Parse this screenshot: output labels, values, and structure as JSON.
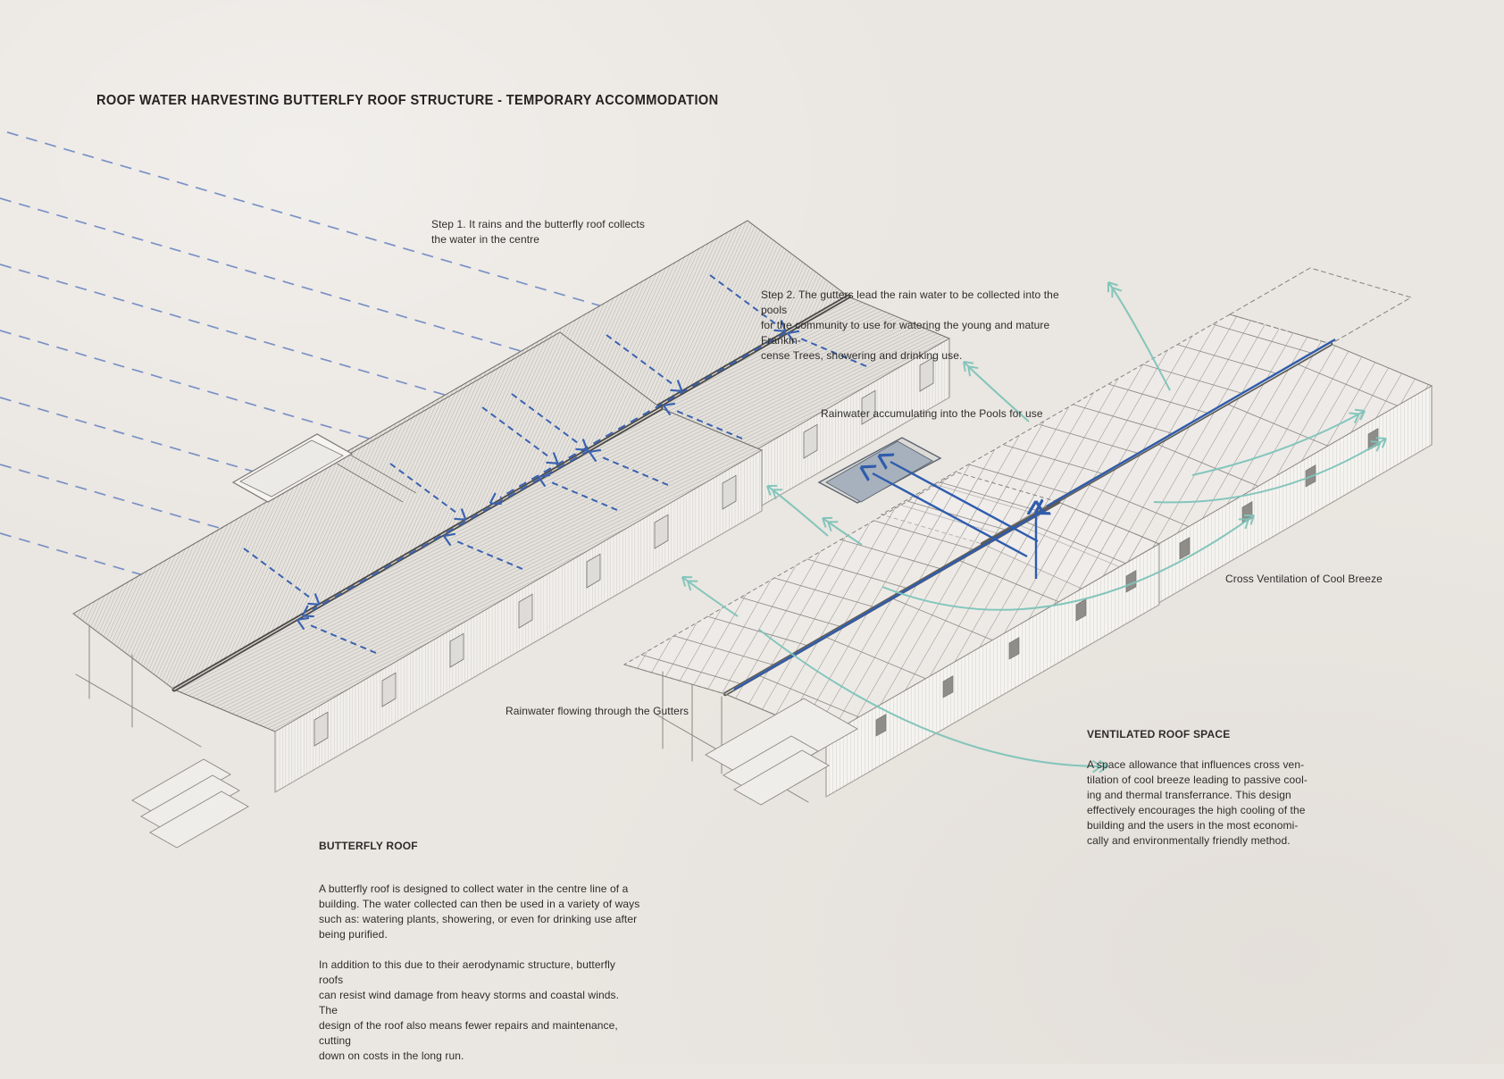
{
  "title": "ROOF WATER HARVESTING BUTTERLFY ROOF STRUCTURE - TEMPORARY ACCOMMODATION",
  "labels": {
    "step1": "Step 1. It rains and the butterfly roof collects\nthe water in the centre",
    "step2": "Step 2. The gutters lead the rain water to be collected into the pools\nfor the community to use for watering the young and mature Frankin-\ncense Trees, showering and drinking use.",
    "pool": "Rainwater accumulating into the Pools for use",
    "cross_ventilation": "Cross Ventilation of Cool Breeze",
    "gutters": "Rainwater flowing through the Gutters"
  },
  "text_blocks": {
    "ventilated_roof": {
      "heading": "VENTILATED ROOF SPACE",
      "body": "A space allowance that influences cross ven-\ntilation of cool breeze leading to passive cool-\ning and thermal transferrance. This design\neffectively encourages the high cooling of the\nbuilding and the users in the most economi-\ncally and environmentally friendly method."
    },
    "butterfly_roof": {
      "heading": "BUTTERFLY ROOF",
      "body": "A butterfly roof is designed to collect water in the centre line of a\nbuilding. The water collected can then be used in a variety of ways\nsuch as: watering plants, showering, or even for drinking use after\nbeing purified.\n\nIn addition to this due to their aerodynamic structure, butterfly roofs\ncan resist wind damage from heavy storms and coastal winds. The\ndesign of the roof also means fewer repairs and maintenance, cutting\ndown on costs in the long run."
    }
  },
  "colors": {
    "bg": "#eae6e1",
    "text": "#2e2d2b",
    "ink": "#6f6d69",
    "rain": "#6e87c2",
    "roof_flow": "#3a62b0",
    "gutter_flow": "#2f5cad",
    "breeze": "#7fc4ba",
    "pool_fill": "#a7b1bd"
  }
}
